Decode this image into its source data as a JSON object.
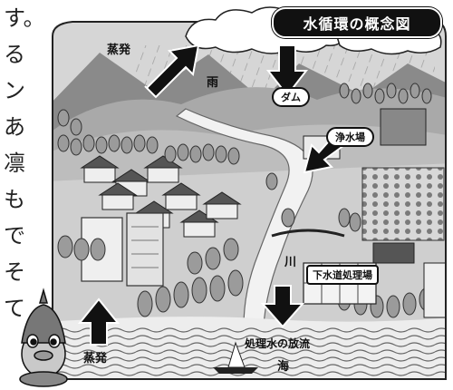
{
  "title": "水循環の概念図",
  "side_text": [
    "す。",
    "る",
    "ン",
    "あ",
    "凛",
    "も",
    "で",
    "そ",
    "て"
  ],
  "labels": {
    "evaporation_top": "蒸発",
    "rain": "雨",
    "dam": "ダム",
    "water_purification": "浄水場",
    "river": "川",
    "sewage_plant": "下水道処理場",
    "discharge": "処理水の放流",
    "evaporation_bottom": "蒸発",
    "sea": "海"
  }
}
